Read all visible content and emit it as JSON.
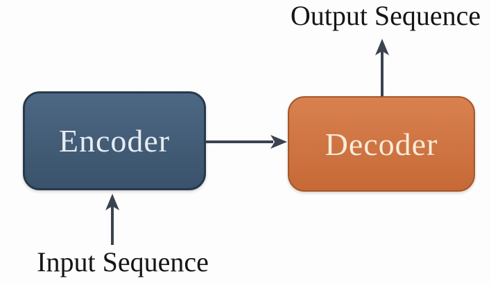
{
  "nodes": {
    "encoder": {
      "label": "Encoder"
    },
    "decoder": {
      "label": "Decoder"
    }
  },
  "labels": {
    "input": "Input Sequence",
    "output": "Output Sequence"
  },
  "arrows": [
    {
      "name": "encoder-to-decoder",
      "from": "encoder",
      "to": "decoder",
      "direction": "right"
    },
    {
      "name": "decoder-to-output",
      "from": "decoder",
      "to": "output-sequence-label",
      "direction": "up"
    },
    {
      "name": "input-to-encoder",
      "from": "input-sequence-label",
      "to": "encoder",
      "direction": "up"
    }
  ],
  "colors": {
    "background": "#fdfdfd",
    "encoder-fill-top": "#4d6884",
    "encoder-fill-bottom": "#3a526b",
    "encoder-border": "#27394b",
    "encoder-text": "#e7ecf2",
    "decoder-fill-top": "#d8814f",
    "decoder-fill-bottom": "#c66937",
    "decoder-border": "#a65629",
    "decoder-text": "#f7ecd9",
    "arrow": "#3a434f",
    "label-text": "#151515"
  }
}
